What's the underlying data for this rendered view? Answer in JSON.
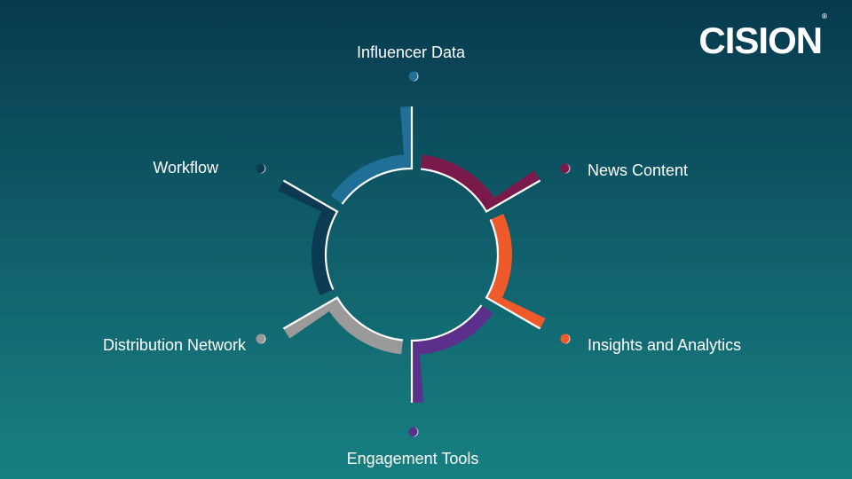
{
  "brand": {
    "logo_text": "CISION",
    "registered_mark": "®"
  },
  "diagram": {
    "segments": [
      {
        "label": "Influencer Data",
        "color": "#1f6f96"
      },
      {
        "label": "News Content",
        "color": "#7a1a4a"
      },
      {
        "label": "Insights and Analytics",
        "color": "#ef5a2a"
      },
      {
        "label": "Engagement Tools",
        "color": "#5b2f8c"
      },
      {
        "label": "Distribution Network",
        "color": "#9a9a9a"
      },
      {
        "label": "Workflow",
        "color": "#0c3a52"
      }
    ]
  }
}
